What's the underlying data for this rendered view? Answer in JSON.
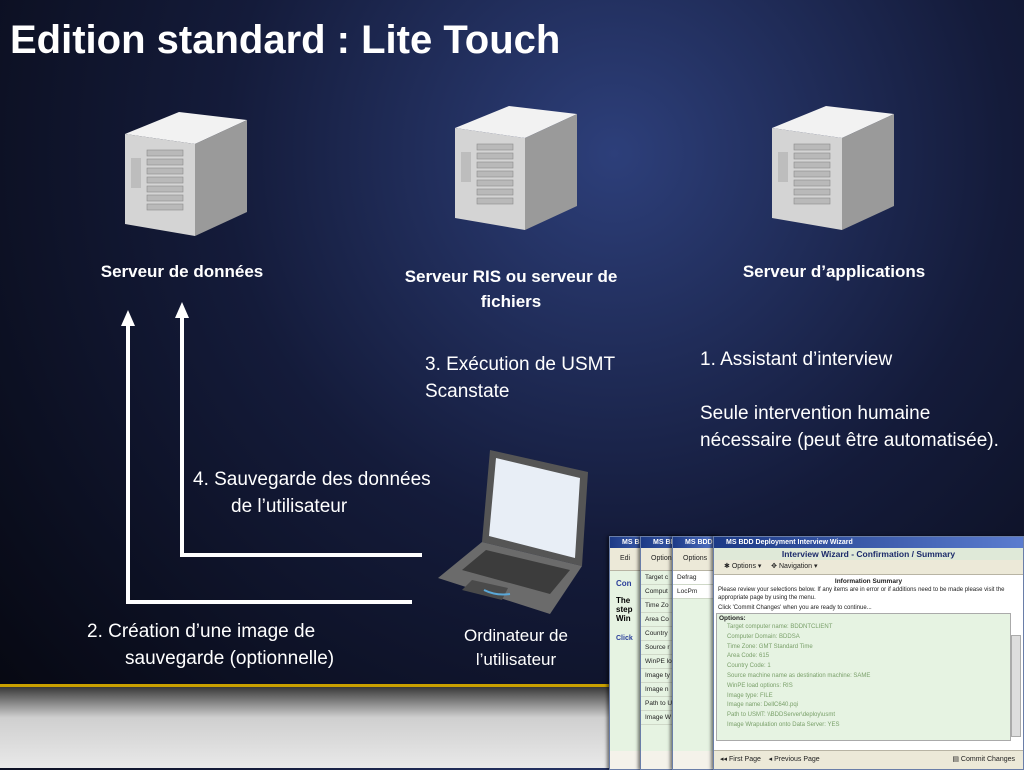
{
  "slide": {
    "title": "Edition standard : Lite Touch"
  },
  "servers": [
    {
      "label": "Serveur de données"
    },
    {
      "label": "Serveur RIS ou serveur de fichiers"
    },
    {
      "label": "Serveur d’applications"
    }
  ],
  "steps": {
    "step1": "1. Assistant d’interview",
    "step1_note": "Seule intervention humaine nécessaire (peut être automatisée).",
    "step2": "2. Création d’une image de sauvegarde (optionnelle)",
    "step3": "3. Exécution de USMT Scanstate",
    "step4": "4. Sauvegarde des données de l’utilisateur"
  },
  "laptop": {
    "label": "Ordinateur de l’utilisateur"
  },
  "wizard": {
    "back_titles": [
      "MS BDD",
      "MS BDD",
      "MS BDD"
    ],
    "back_lists": [
      [
        "Edi"
      ],
      [
        "Target c",
        "Comput",
        "Time Zo",
        "Area Co",
        "Country",
        "Source r",
        "WinPE lo",
        "Image ty",
        "Image n",
        "Path to U",
        "Image W"
      ],
      [
        "Defrag",
        "LocPm"
      ]
    ],
    "back_text": [
      "Con",
      "The step Win",
      "Click"
    ],
    "window_title": "MS BDD Deployment Interview Wizard",
    "heading": "Interview Wizard - Confirmation / Summary",
    "options_menu": "Options",
    "navigation_menu": "Navigation",
    "info_title": "Information Summary",
    "info_text": "Please review your selections below. If any items are in error or if additions need to be made please visit the appropriate page by using the menu.",
    "commit_hint": "Click 'Commit Changes' when you are ready to continue...",
    "options_label": "Options:",
    "summary": [
      "Target computer name: BDDNTCLIENT",
      "Computer Domain: BDDSA",
      "Time Zone: GMT Standard Time",
      "Area Code: 615",
      "Country Code: 1",
      "Source machine name as destination machine: SAME",
      "WinPE load options: RIS",
      "Image type: FILE",
      "Image name: DellC640.pqi",
      "Path to USMT: \\\\BDDServer\\deploy\\usmt",
      "Image Wrapulation onto Data Server: YES"
    ],
    "first_page": "First Page",
    "previous_page": "Previous Page",
    "commit_changes": "Commit Changes"
  }
}
